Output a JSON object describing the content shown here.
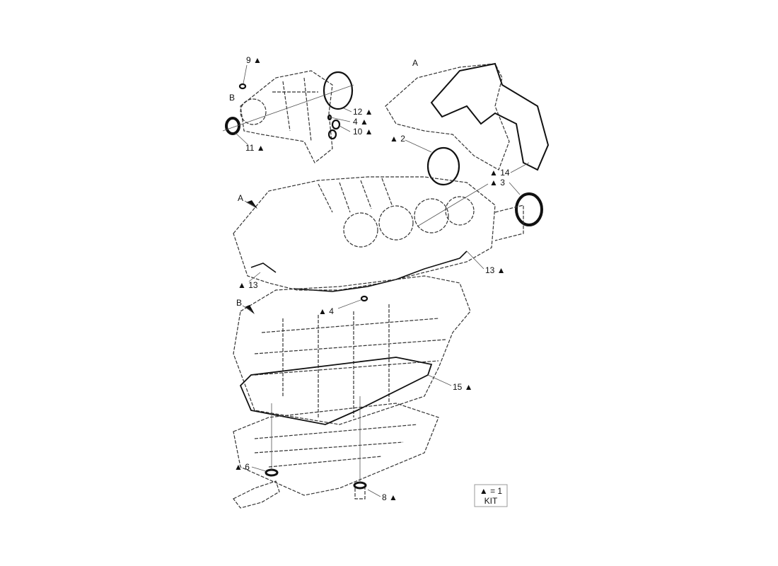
{
  "callouts": {
    "c9": "9 ▲",
    "b_top": "B",
    "c12": "12 ▲",
    "c4_top": "4 ▲",
    "c10": "10 ▲",
    "c11": "11 ▲",
    "a_top": "A",
    "c2": "▲ 2",
    "c14": "▲ 14",
    "c3": "▲ 3",
    "a_block": "A",
    "c13_right": "13 ▲",
    "c13_left": "▲ 13",
    "b_block": "B",
    "c4_block": "▲ 4",
    "c15": "15 ▲",
    "c6": "▲ 6",
    "c8": "8 ▲"
  },
  "legend": {
    "line1": "▲ = 1",
    "line2": "KIT"
  }
}
